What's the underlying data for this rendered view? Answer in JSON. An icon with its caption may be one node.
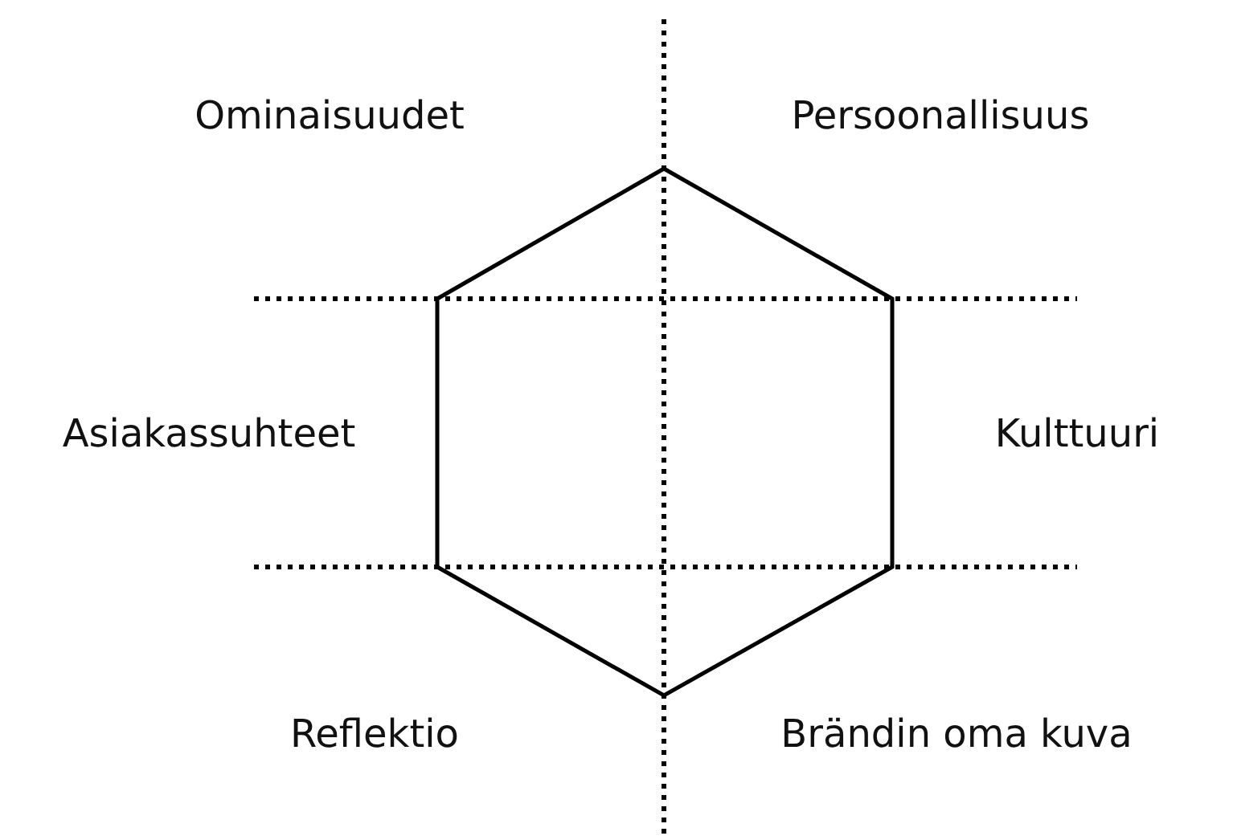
{
  "diagram": {
    "labels": [
      "Ominaisuudet",
      "Persoonallisuus",
      "Asiakassuhteet",
      "Kulttuuri",
      "Reflektio",
      "Brändin oma kuva"
    ]
  }
}
